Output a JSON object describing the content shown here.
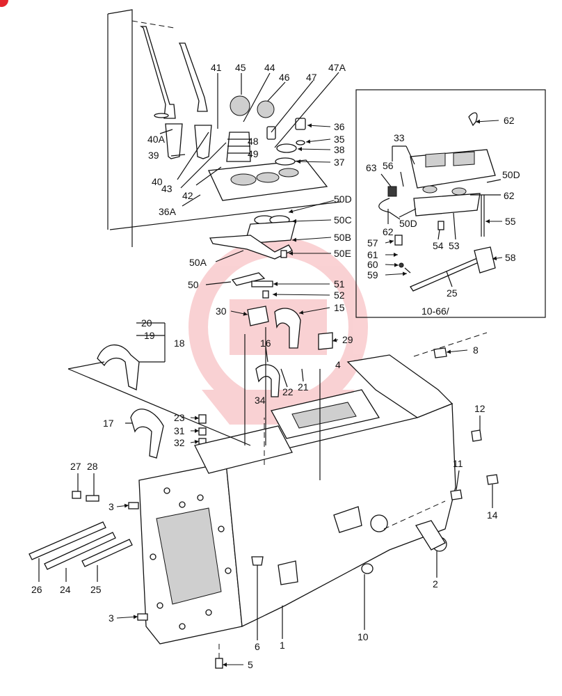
{
  "diagram": {
    "inset_caption": "10-66/",
    "watermark_color": "#e8343a",
    "badge_color": "#e3262d",
    "callouts": [
      {
        "id": "c41",
        "text": "41"
      },
      {
        "id": "c45",
        "text": "45"
      },
      {
        "id": "c44",
        "text": "44"
      },
      {
        "id": "c46",
        "text": "46"
      },
      {
        "id": "c47",
        "text": "47"
      },
      {
        "id": "c47a",
        "text": "47A"
      },
      {
        "id": "c40a",
        "text": "40A"
      },
      {
        "id": "c39",
        "text": "39"
      },
      {
        "id": "c40",
        "text": "40"
      },
      {
        "id": "c43",
        "text": "43"
      },
      {
        "id": "c42",
        "text": "42"
      },
      {
        "id": "c36a",
        "text": "36A"
      },
      {
        "id": "c36",
        "text": "36"
      },
      {
        "id": "c35",
        "text": "35"
      },
      {
        "id": "c48",
        "text": "48"
      },
      {
        "id": "c38",
        "text": "38"
      },
      {
        "id": "c49",
        "text": "49"
      },
      {
        "id": "c37",
        "text": "37"
      },
      {
        "id": "c50d",
        "text": "50D"
      },
      {
        "id": "c50c",
        "text": "50C"
      },
      {
        "id": "c50b",
        "text": "50B"
      },
      {
        "id": "c50e",
        "text": "50E"
      },
      {
        "id": "c50a",
        "text": "50A"
      },
      {
        "id": "c50",
        "text": "50"
      },
      {
        "id": "c51",
        "text": "51"
      },
      {
        "id": "c52",
        "text": "52"
      },
      {
        "id": "c30",
        "text": "30"
      },
      {
        "id": "c15",
        "text": "15"
      },
      {
        "id": "c20",
        "text": "20"
      },
      {
        "id": "c19",
        "text": "19"
      },
      {
        "id": "c18",
        "text": "18"
      },
      {
        "id": "c29",
        "text": "29"
      },
      {
        "id": "c16",
        "text": "16"
      },
      {
        "id": "c4",
        "text": "4"
      },
      {
        "id": "c21",
        "text": "21"
      },
      {
        "id": "c22",
        "text": "22"
      },
      {
        "id": "c34",
        "text": "34"
      },
      {
        "id": "c8",
        "text": "8"
      },
      {
        "id": "c17",
        "text": "17"
      },
      {
        "id": "c23",
        "text": "23"
      },
      {
        "id": "c31",
        "text": "31"
      },
      {
        "id": "c32",
        "text": "32"
      },
      {
        "id": "c12",
        "text": "12"
      },
      {
        "id": "c27",
        "text": "27"
      },
      {
        "id": "c28",
        "text": "28"
      },
      {
        "id": "c11",
        "text": "11"
      },
      {
        "id": "c14",
        "text": "14"
      },
      {
        "id": "c3a",
        "text": "3"
      },
      {
        "id": "c26",
        "text": "26"
      },
      {
        "id": "c24",
        "text": "24"
      },
      {
        "id": "c25",
        "text": "25"
      },
      {
        "id": "c2",
        "text": "2"
      },
      {
        "id": "c3b",
        "text": "3"
      },
      {
        "id": "c6",
        "text": "6"
      },
      {
        "id": "c1",
        "text": "1"
      },
      {
        "id": "c10",
        "text": "10"
      },
      {
        "id": "c5",
        "text": "5"
      },
      {
        "id": "c62a",
        "text": "62"
      },
      {
        "id": "c33",
        "text": "33"
      },
      {
        "id": "c63",
        "text": "63"
      },
      {
        "id": "c56",
        "text": "56"
      },
      {
        "id": "c50d2",
        "text": "50D"
      },
      {
        "id": "c62b",
        "text": "62"
      },
      {
        "id": "c62c",
        "text": "62"
      },
      {
        "id": "c50d3",
        "text": "50D"
      },
      {
        "id": "c55",
        "text": "55"
      },
      {
        "id": "c57",
        "text": "57"
      },
      {
        "id": "c54",
        "text": "54"
      },
      {
        "id": "c53",
        "text": "53"
      },
      {
        "id": "c61",
        "text": "61"
      },
      {
        "id": "c60",
        "text": "60"
      },
      {
        "id": "c58",
        "text": "58"
      },
      {
        "id": "c59",
        "text": "59"
      },
      {
        "id": "c25b",
        "text": "25"
      }
    ]
  }
}
